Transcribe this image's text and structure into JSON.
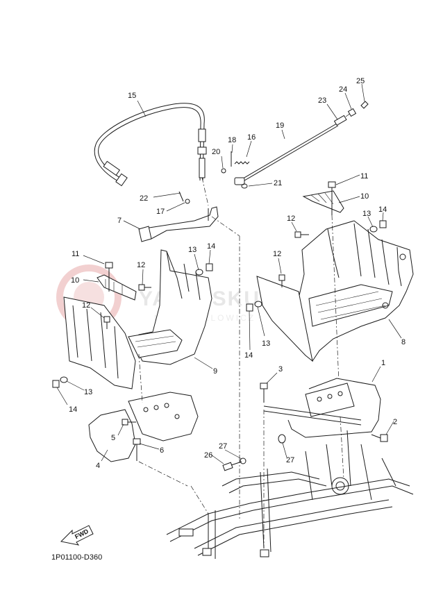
{
  "watermark": {
    "text": "YAMA-SKUTER",
    "subtext": "MOTOCYKLOWICZ",
    "color": "#e0a0a0"
  },
  "fwd_label": "FWD",
  "diagram_code": "1P01100-D360",
  "callouts": [
    {
      "id": "c15",
      "text": "15"
    },
    {
      "id": "c25",
      "text": "25"
    },
    {
      "id": "c24",
      "text": "24"
    },
    {
      "id": "c23",
      "text": "23"
    },
    {
      "id": "c19",
      "text": "19"
    },
    {
      "id": "c18",
      "text": "18"
    },
    {
      "id": "c16",
      "text": "16"
    },
    {
      "id": "c20",
      "text": "20"
    },
    {
      "id": "c21",
      "text": "21"
    },
    {
      "id": "c22",
      "text": "22"
    },
    {
      "id": "c17",
      "text": "17"
    },
    {
      "id": "c7",
      "text": "7"
    },
    {
      "id": "c11r",
      "text": "11"
    },
    {
      "id": "c10r",
      "text": "10"
    },
    {
      "id": "c13r",
      "text": "13"
    },
    {
      "id": "c14r",
      "text": "14"
    },
    {
      "id": "c12r1",
      "text": "12"
    },
    {
      "id": "c12r2",
      "text": "12"
    },
    {
      "id": "c11l",
      "text": "11"
    },
    {
      "id": "c13m",
      "text": "13"
    },
    {
      "id": "c14m",
      "text": "14"
    },
    {
      "id": "c12l1",
      "text": "12"
    },
    {
      "id": "c10l",
      "text": "10"
    },
    {
      "id": "c12l2",
      "text": "12"
    },
    {
      "id": "c13c",
      "text": "13"
    },
    {
      "id": "c14c",
      "text": "14"
    },
    {
      "id": "c8",
      "text": "8"
    },
    {
      "id": "c9",
      "text": "9"
    },
    {
      "id": "c13l",
      "text": "13"
    },
    {
      "id": "c14l",
      "text": "14"
    },
    {
      "id": "c3",
      "text": "3"
    },
    {
      "id": "c1",
      "text": "1"
    },
    {
      "id": "c2",
      "text": "2"
    },
    {
      "id": "c5",
      "text": "5"
    },
    {
      "id": "c6",
      "text": "6"
    },
    {
      "id": "c4",
      "text": "4"
    },
    {
      "id": "c27a",
      "text": "27"
    },
    {
      "id": "c26",
      "text": "26"
    },
    {
      "id": "c27b",
      "text": "27"
    }
  ]
}
